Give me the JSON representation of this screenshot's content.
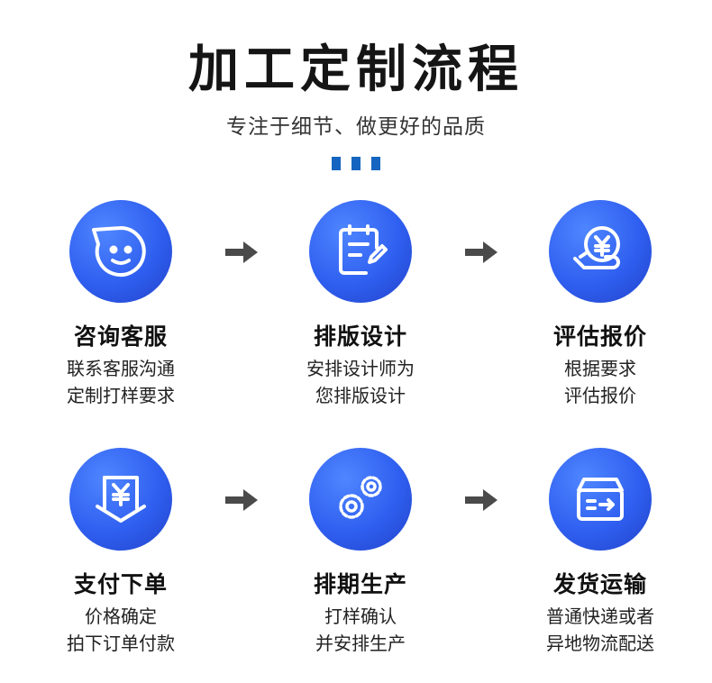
{
  "header": {
    "title": "加工定制流程",
    "subtitle": "专注于细节、做更好的品质"
  },
  "steps": [
    {
      "icon": "chat-face-icon",
      "title": "咨询客服",
      "line1": "联系客服沟通",
      "line2": "定制打样要求"
    },
    {
      "icon": "clipboard-pen-icon",
      "title": "排版设计",
      "line1": "安排设计师为",
      "line2": "您排版设计"
    },
    {
      "icon": "yen-hand-icon",
      "title": "评估报价",
      "line1": "根据要求",
      "line2": "评估报价"
    },
    {
      "icon": "yen-payment-icon",
      "title": "支付下单",
      "line1": "价格确定",
      "line2": "拍下订单付款"
    },
    {
      "icon": "gears-icon",
      "title": "排期生产",
      "line1": "打样确认",
      "line2": "并安排生产"
    },
    {
      "icon": "shipping-box-icon",
      "title": "发货运输",
      "line1": "普通快递或者",
      "line2": "异地物流配送"
    }
  ],
  "colors": {
    "accent": "#2f5ff0",
    "dots": "#1565c0",
    "arrow": "#4a4a4a"
  }
}
